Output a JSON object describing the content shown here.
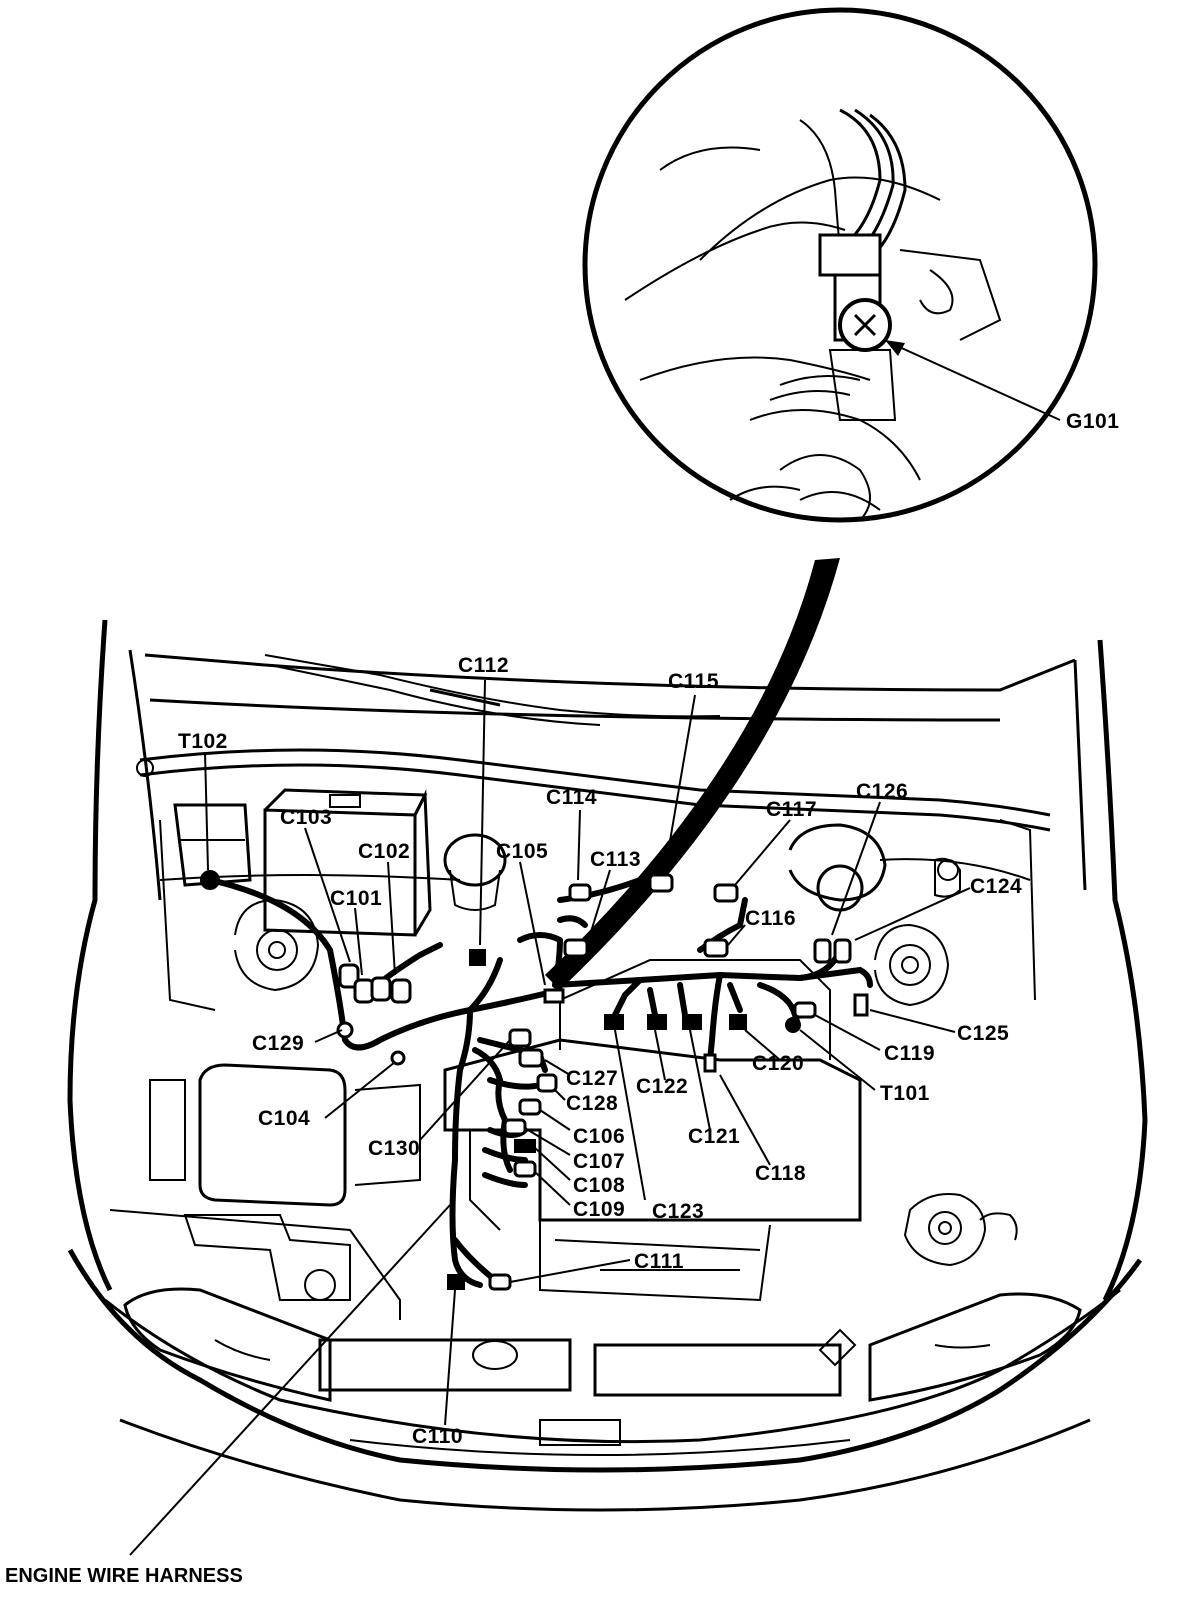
{
  "labels": {
    "g101": "G101",
    "c112": "C112",
    "c115": "C115",
    "t102": "T102",
    "c114": "C114",
    "c117": "C117",
    "c126": "C126",
    "c103": "C103",
    "c102": "C102",
    "c105": "C105",
    "c113": "C113",
    "c124": "C124",
    "c101": "C101",
    "c116": "C116",
    "c125": "C125",
    "c129": "C129",
    "c119": "C119",
    "c127": "C127",
    "c122": "C122",
    "c120": "C120",
    "t101": "T101",
    "c104": "C104",
    "c128": "C128",
    "c106": "C106",
    "c121": "C121",
    "c130": "C130",
    "c107": "C107",
    "c118": "C118",
    "c108": "C108",
    "c109": "C109",
    "c123": "C123",
    "c111": "C111",
    "c110": "C110",
    "engine_wire_harness": "ENGINE WIRE HARNESS"
  },
  "colors": {
    "ink": "#000000",
    "paper": "#ffffff"
  }
}
